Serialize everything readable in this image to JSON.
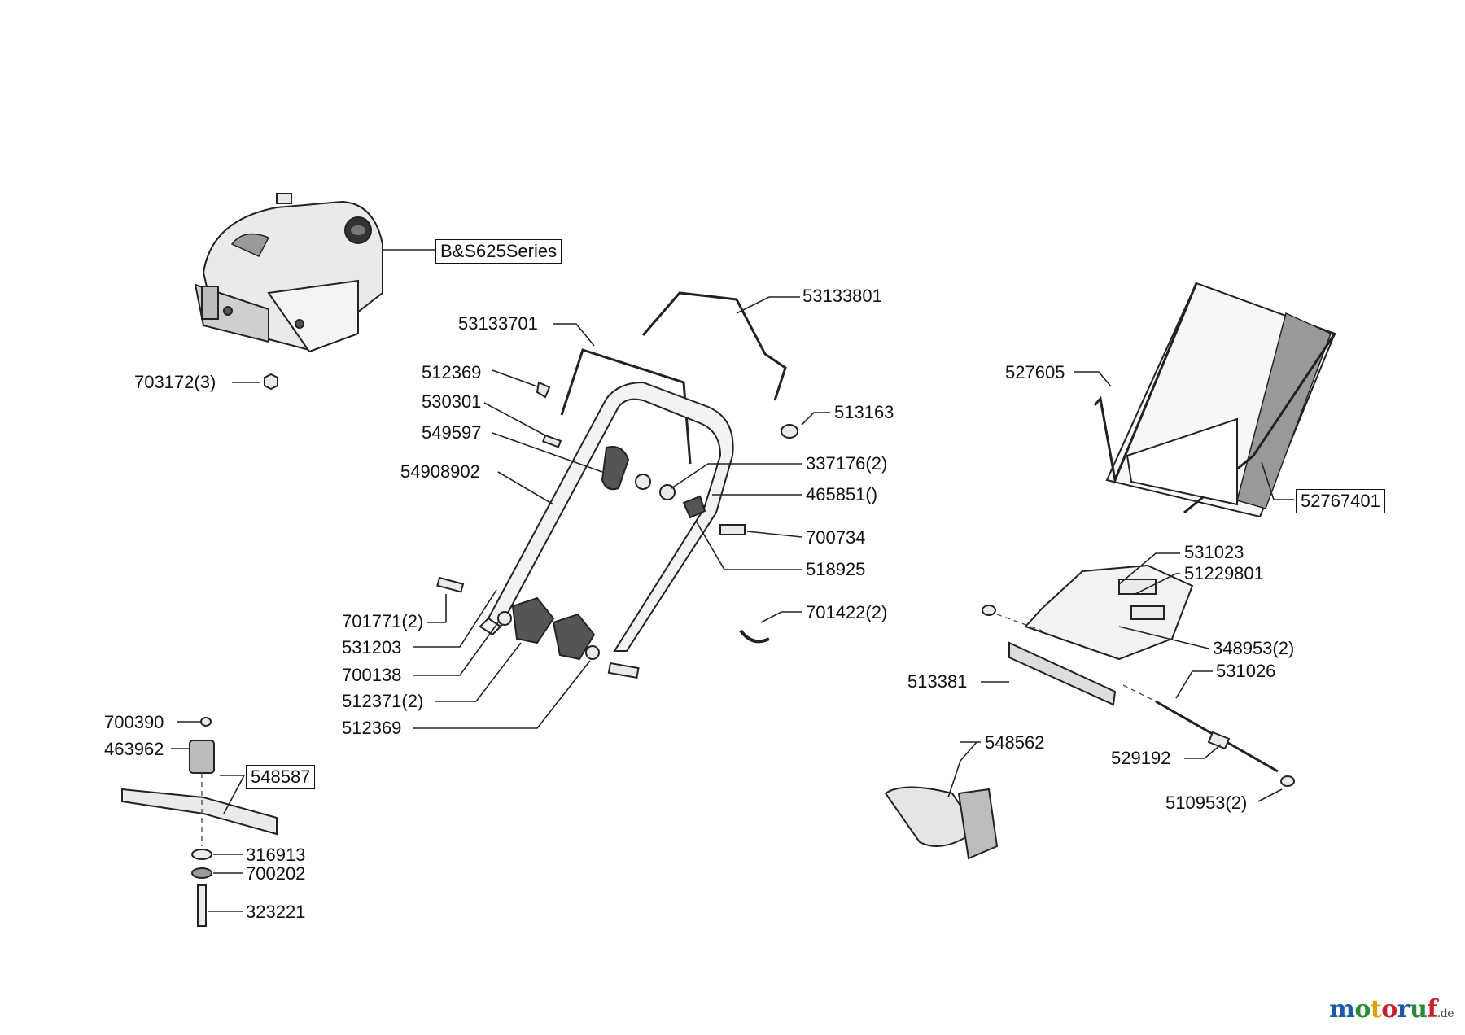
{
  "labels": {
    "engine": "B&S625Series",
    "nut_703172": "703172(3)",
    "p53133801": "53133801",
    "p53133701": "53133701",
    "p512369_a": "512369",
    "p530301": "530301",
    "p549597": "549597",
    "p54908902": "54908902",
    "p513163": "513163",
    "p337176": "337176(2)",
    "p465851": "465851()",
    "p700734": "700734",
    "p518925": "518925",
    "p701771": "701771(2)",
    "p701422": "701422(2)",
    "p531203": "531203",
    "p700138": "700138",
    "p512371": "512371(2)",
    "p512369_b": "512369",
    "p527605": "527605",
    "p52767401": "52767401",
    "p531023": "531023",
    "p51229801": "51229801",
    "p348953": "348953(2)",
    "p513381": "513381",
    "p531026": "531026",
    "p548562": "548562",
    "p529192": "529192",
    "p510953": "510953(2)",
    "p700390": "700390",
    "p463962": "463962",
    "p548587": "548587",
    "p316913": "316913",
    "p700202": "700202",
    "p323221": "323221"
  },
  "watermark": {
    "brand": "motoruf",
    "tld": ".de"
  },
  "watermark_colors": [
    "#1a5aa8",
    "#2a8a3a",
    "#e0a000",
    "#c8202a",
    "#1a5aa8",
    "#2a8a3a",
    "#c8202a"
  ]
}
